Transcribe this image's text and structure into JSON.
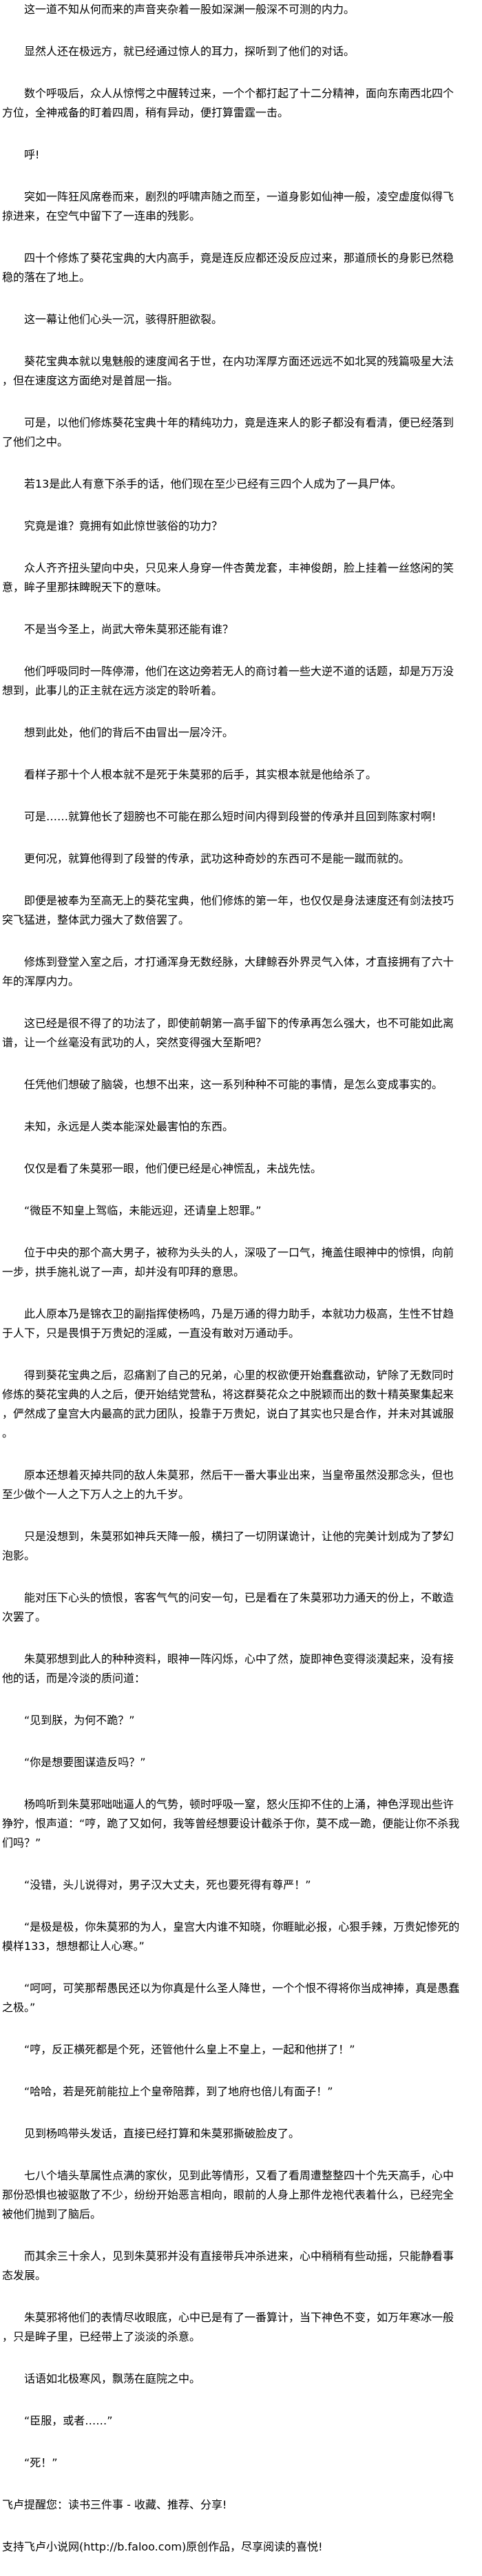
{
  "paragraphs": [
    "这一道不知从何而来的声音夹杂着一股如深渊一般深不可测的内力。",
    "显然人还在极远方，就已经通过惊人的耳力，探听到了他们的对话。",
    "数个呼吸后，众人从惊愕之中醒转过来，一个个都打起了十二分精神，面向东南西北四个方位，全神戒备的盯着四周，稍有异动，便打算雷霆一击。",
    "呼!",
    "突如一阵狂风席卷而来，剧烈的呼啸声随之而至，一道身影如仙神一般，凌空虚度似得飞掠进来，在空气中留下了一连串的残影。",
    "四十个修炼了葵花宝典的大内高手，竟是连反应都还没反应过来，那道颀长的身影已然稳稳的落在了地上。",
    "这一幕让他们心头一沉，骇得肝胆欲裂。",
    "葵花宝典本就以鬼魅般的速度闻名于世，在内功浑厚方面还远远不如北冥的残篇吸星大法，但在速度这方面绝对是首屈一指。",
    "可是，以他们修炼葵花宝典十年的精纯功力，竟是连来人的影子都没有看清，便已经落到了他们之中。",
    "若13是此人有意下杀手的话，他们现在至少已经有三四个人成为了一具尸体。",
    "究竟是谁？竟拥有如此惊世骇俗的功力？",
    "众人齐齐扭头望向中央，只见来人身穿一件杏黄龙套，丰神俊朗，脸上挂着一丝悠闲的笑意，眸子里那抹睥睨天下的意味。",
    "不是当今圣上，尚武大帝朱莫邪还能有谁？",
    "他们呼吸同时一阵停滞，他们在这边旁若无人的商讨着一些大逆不道的话题，却是万万没想到，此事儿的正主就在远方淡定的聆听着。",
    "想到此处，他们的背后不由冒出一层冷汗。",
    "看样子那十个人根本就不是死于朱莫邪的后手，其实根本就是他给杀了。",
    "可是……就算他长了翅膀也不可能在那么短时间内得到段誉的传承并且回到陈家村啊!",
    "更何况，就算他得到了段誉的传承，武功这种奇妙的东西可不是能一蹴而就的。",
    "即便是被奉为至高无上的葵花宝典，他们修炼的第一年，也仅仅是身法速度还有剑法技巧突飞猛进，整体武力强大了数倍罢了。",
    "修炼到登堂入室之后，才打通浑身无数经脉，大肆鲸吞外界灵气入体，才直接拥有了六十年的浑厚内力。",
    "这已经是很不得了的功法了，即使前朝第一高手留下的传承再怎么强大，也不可能如此离谱，让一个丝毫没有武功的人，突然变得强大至斯吧？",
    "任凭他们想破了脑袋，也想不出来，这一系列种种不可能的事情，是怎么变成事实的。",
    "未知，永远是人类本能深处最害怕的东西。",
    "仅仅是看了朱莫邪一眼，他们便已经是心神慌乱，未战先怯。",
    "“微臣不知皇上驾临，未能远迎，还请皇上恕罪。”",
    "位于中央的那个高大男子，被称为头头的人，深吸了一口气，掩盖住眼神中的惊惧，向前一步，拱手施礼说了一声，却并没有叩拜的意思。",
    "此人原本乃是锦衣卫的副指挥使杨鸣，乃是万通的得力助手，本就功力极高，生性不甘趋于人下，只是畏惧于万贵妃的淫威，一直没有敢对万通动手。",
    "得到葵花宝典之后，忍痛割了自己的兄弟，心里的权欲便开始蠢蠢欲动，铲除了无数同时修炼的葵花宝典的人之后，便开始结党营私，将这群葵花众之中脱颖而出的数十精英聚集起来，俨然成了皇宫大内最高的武力团队，投靠于万贵妃，说白了其实也只是合作，并未对其诚服。",
    "原本还想着灭掉共同的敌人朱莫邪，然后干一番大事业出来，当皇帝虽然没那念头，但也至少做个一人之下万人之上的九千岁。",
    "只是没想到，朱莫邪如神兵天降一般，横扫了一切阴谋诡计，让他的完美计划成为了梦幻泡影。",
    "能对压下心头的愤恨，客客气气的问安一句，已是看在了朱莫邪功力通天的份上，不敢造次罢了。",
    "朱莫邪想到此人的种种资料，眼神一阵闪烁，心中了然，旋即神色变得淡漠起来，没有接他的话，而是冷淡的质问道：",
    "“见到朕，为何不跪？”",
    "“你是想要图谋造反吗？”",
    "杨鸣听到朱莫邪咄咄逼人的气势，顿时呼吸一窒，怒火压抑不住的上涌，神色浮现出些许狰狞，恨声道：“哼，跪了又如何，我等曾经想要设计截杀于你，莫不成一跪，便能让你不杀我们吗？”",
    "“没错，头儿说得对，男子汉大丈夫，死也要死得有尊严！”",
    "“是极是极，你朱莫邪的为人，皇宫大内谁不知晓，你睚眦必报，心狠手辣，万贵妃惨死的模样133，想想都让人心寒。”",
    "“呵呵，可笑那帮愚民还以为你真是什么圣人降世，一个个恨不得将你当成神捧，真是愚蠢之极。”",
    "“哼，反正横死都是个死，还管他什么皇上不皇上，一起和他拼了！”",
    "“哈哈，若是死前能拉上个皇帝陪葬，到了地府也倍儿有面子！”",
    "见到杨鸣带头发话，直接已经打算和朱莫邪撕破脸皮了。",
    "七八个墙头草属性点满的家伙，见到此等情形，又看了看周遭整整四十个先天高手，心中那份恐惧也被驱散了不少，纷纷开始恶言相向，眼前的人身上那件龙袍代表着什么，已经完全被他们抛到了脑后。",
    "而其余三十余人，见到朱莫邪并没有直接带兵冲杀进来，心中稍稍有些动摇，只能静看事态发展。",
    "朱莫邪将他们的表情尽收眼底，心中已是有了一番算计，当下神色不变，如万年寒冰一般，只是眸子里，已经带上了淡淡的杀意。",
    "话语如北极寒风，飘荡在庭院之中。",
    "“臣服，或者……”",
    "“死！”"
  ],
  "footer": {
    "reminder": "飞卢提醒您：读书三件事 - 收藏、推荐、分享!",
    "support": "支持飞卢小说网(http://b.faloo.com)原创作品，尽享阅读的喜悦!"
  }
}
